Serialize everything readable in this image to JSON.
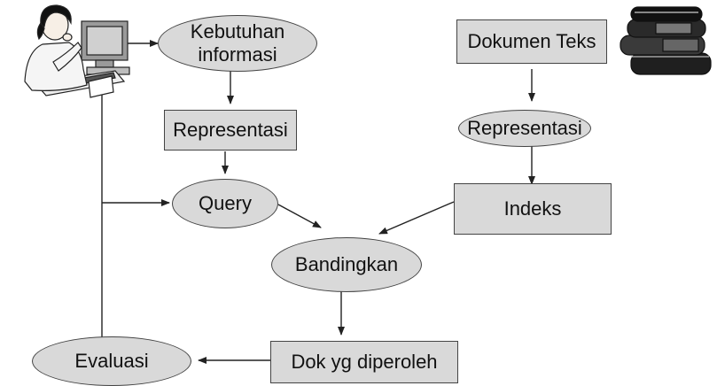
{
  "diagram": {
    "nodes": {
      "kebutuhan": "Kebutuhan\ninformasi",
      "representasi_left": "Representasi",
      "query": "Query",
      "bandingkan": "Bandingkan",
      "dok_yg_diperoleh": "Dok yg diperoleh",
      "evaluasi": "Evaluasi",
      "dokumen_teks": "Dokumen Teks",
      "representasi_right": "Representasi",
      "indeks": "Indeks"
    },
    "illustrations": [
      "person-at-computer",
      "book-stack"
    ],
    "colors": {
      "node_fill": "#d9d9d9",
      "node_border": "#444444",
      "arrow": "#222222"
    }
  }
}
